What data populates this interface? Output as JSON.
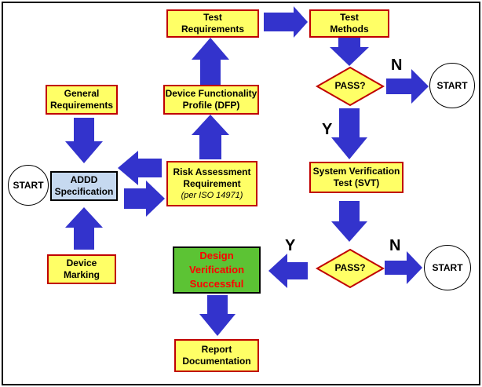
{
  "colors": {
    "box_fill": "#ffff66",
    "box_border": "#c00000",
    "arrow_fill": "#3333cc",
    "spec_fill": "#c6d9f0",
    "success_fill": "#5cc334",
    "success_text": "#ff0000"
  },
  "nodes": {
    "test_requirements": [
      "Test",
      "Requirements"
    ],
    "test_methods": [
      "Test",
      "Methods"
    ],
    "general_requirements": [
      "General",
      "Requirements"
    ],
    "device_functionality_profile": [
      "Device Functionality",
      "Profile (DFP)"
    ],
    "addd_specification": [
      "ADDD",
      "Specification"
    ],
    "risk_assessment": [
      "Risk Assessment",
      "Requirement",
      "(per ISO 14971)"
    ],
    "system_verification_test": [
      "System Verification",
      "Test (SVT)"
    ],
    "device_marking": [
      "Device",
      "Marking"
    ],
    "design_verification_successful": [
      "Design",
      "Verification",
      "Successful"
    ],
    "report_documentation": [
      "Report",
      "Documentation"
    ]
  },
  "decisions": {
    "pass_top": "PASS?",
    "pass_bottom": "PASS?"
  },
  "terminals": {
    "start_left": "START",
    "start_top_right": "START",
    "start_bottom_right": "START"
  },
  "branch_labels": {
    "top_no": "N",
    "top_yes": "Y",
    "bottom_yes": "Y",
    "bottom_no": "N"
  }
}
